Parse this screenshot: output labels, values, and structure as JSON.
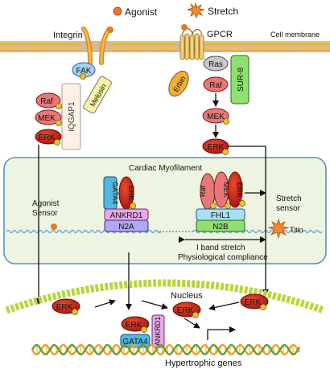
{
  "legend": {
    "agonist": "Agonist",
    "stretch": "Stretch"
  },
  "labels": {
    "integrin": "Integrin",
    "gpcr": "GPCR",
    "cell_membrane": "Cell membrane",
    "cardiac_myofilament": "Cardiac Myofilament",
    "agonist_sensor_line1": "Agonist",
    "agonist_sensor_line2": "Sensor",
    "stretch_sensor_line1": "Stretch",
    "stretch_sensor_line2": "sensor",
    "titin": "Titin",
    "i_band_stretch": "I band stretch",
    "physiological_compliance": "Physiological compliance",
    "nucleus": "Nucleus",
    "hypertrophic_genes": "Hypertrophic genes"
  },
  "proteins": {
    "fak": "FAK",
    "melusin": "Melusin",
    "iqgap1": "IQGAP1",
    "raf": "Raf",
    "mek": "MEK",
    "erk": "ERK",
    "erbin": "Erbin",
    "ras": "Ras",
    "sur8": "SUR-8",
    "gata4": "GATA4",
    "ankrd1": "ANKRD1",
    "n2a": "N2A",
    "fhl1": "FHL1",
    "n2b": "N2B"
  },
  "colors": {
    "membrane_bead": "#e8b850",
    "membrane_core": "#d8b28a",
    "erk": "#c41e0a",
    "phospho": "#e8c22a",
    "agonist": "#e8782a",
    "myofilament_fill": "#eef4e2",
    "myofilament_border": "#5b8fc9",
    "nucleus_membrane": "#b8d63a",
    "dna_strand_a": "#e8a030",
    "dna_strand_b": "#6a9a3a",
    "iqgap1": "#fdf0e4",
    "melusin": "#f8f4a8",
    "fak": "#a8d0f0",
    "raf_mek": "#e87878",
    "erbin": "#f0b030",
    "ras": "#c8c8c8",
    "sur8": "#90e070",
    "gata4": "#50b8e0",
    "ankrd1": "#e8a8e8",
    "n2a": "#b0a8f0",
    "fhl1": "#a8e0f8",
    "n2b": "#90e070"
  },
  "icons": [
    "agonist-icon",
    "stretch-starburst-icon",
    "phospho-icon",
    "arrow-icon",
    "gpcr-receptor-icon",
    "integrin-receptor-icon"
  ]
}
